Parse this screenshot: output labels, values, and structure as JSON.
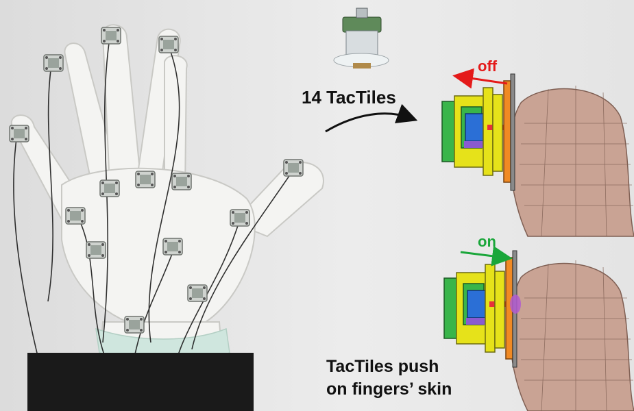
{
  "labels": {
    "tile_count": "14 TacTiles",
    "state_off": "off",
    "state_on": "on",
    "caption_line1": "TacTiles push",
    "caption_line2": "on fingers’ skin"
  },
  "colors": {
    "background": "#e9e9e9",
    "glove": "#f4f4f2",
    "off_arrow": "#e41a1a",
    "on_arrow": "#1aa63a",
    "finger_skin": "#c9a394",
    "tile_green": "#39b54a",
    "tile_yellow": "#e6e21a",
    "tile_blue": "#2b6fd6",
    "tile_orange": "#f08a24",
    "pin_red": "#e8303a"
  }
}
